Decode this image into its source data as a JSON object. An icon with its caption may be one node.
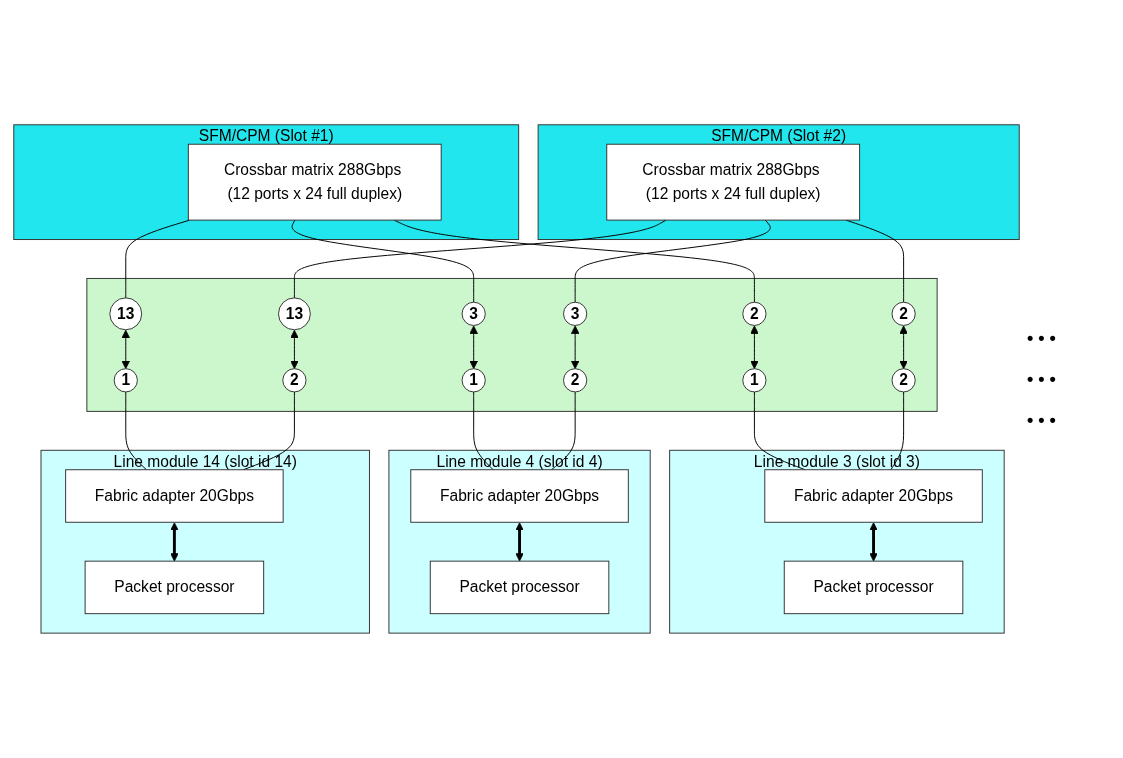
{
  "diagram": {
    "nodes": [
      {
        "text": [
          "SFM/CPM (Slot #1)"
        ]
      },
      {
        "text": [
          "Crossbar matrix 288Gbps (12 ports x 24 full duplex)"
        ],
        "in": 0
      },
      {
        "text": [
          "SFM/CPM (Slot #2)"
        ]
      },
      {
        "text": [
          "Crossbar matrix 288Gbps (12 ports x 24 full duplex)"
        ],
        "in": 2
      },
      {
        "text": [],
        "shape": "bar"
      },
      {
        "text": [
          "2"
        ],
        "in": 4
      },
      {
        "text": [
          "3"
        ],
        "in": 4
      },
      {
        "text": [
          "13"
        ],
        "in": 4
      },
      {
        "text": [
          "2"
        ],
        "in": 4
      },
      {
        "text": [
          "3"
        ],
        "in": 4
      },
      {
        "text": [
          "13"
        ],
        "in": 4
      },
      {
        "text": [
          "1"
        ],
        "in": 4
      },
      {
        "text": [
          "2"
        ],
        "in": 4
      },
      {
        "text": [
          "1"
        ],
        "in": 4
      },
      {
        "text": [
          "2"
        ],
        "in": 4
      },
      {
        "text": [
          "1"
        ],
        "in": 4
      },
      {
        "text": [
          "2"
        ],
        "in": 4
      },
      {
        "text": [
          "Line module 3 (slot id 3)"
        ]
      },
      {
        "text": [
          "Fabric adapter 20Gbps"
        ],
        "in": 17
      },
      {
        "text": [
          "Packet processor"
        ],
        "in": 17
      },
      {
        "text": [
          "Line module 4 (slot id 4)"
        ]
      },
      {
        "text": [
          "Fabric adapter 20Gbps"
        ],
        "in": 20
      },
      {
        "text": [
          "Packet processor"
        ],
        "in": 20
      },
      {
        "text": [
          "Line module 14 (slot id 14)"
        ]
      },
      {
        "text": [
          "Fabric adapter 20Gbps"
        ],
        "in": 23
      },
      {
        "text": [
          "Packet processor"
        ],
        "in": 23
      }
    ],
    "edges": [
      {
        "from": 1,
        "to": 5,
        "arrow": "none"
      },
      {
        "from": 1,
        "to": 6,
        "arrow": "none"
      },
      {
        "from": 1,
        "to": 7,
        "arrow": "none"
      },
      {
        "from": 3,
        "to": 8,
        "arrow": "none"
      },
      {
        "from": 3,
        "to": 9,
        "arrow": "none"
      },
      {
        "from": 3,
        "to": 10,
        "arrow": "none"
      },
      {
        "from": 5,
        "to": 11,
        "arrow": "both"
      },
      {
        "from": 6,
        "to": 13,
        "arrow": "both"
      },
      {
        "from": 7,
        "to": 15,
        "arrow": "both"
      },
      {
        "from": 8,
        "to": 12,
        "arrow": "both"
      },
      {
        "from": 9,
        "to": 14,
        "arrow": "both"
      },
      {
        "from": 10,
        "to": 16,
        "arrow": "both"
      },
      {
        "from": 11,
        "to": 18,
        "arrow": "none"
      },
      {
        "from": 12,
        "to": 18,
        "arrow": "none"
      },
      {
        "from": 13,
        "to": 21,
        "arrow": "none"
      },
      {
        "from": 14,
        "to": 21,
        "arrow": "none"
      },
      {
        "from": 15,
        "to": 24,
        "arrow": "none"
      },
      {
        "from": 16,
        "to": 24,
        "arrow": "none"
      },
      {
        "from": 18,
        "to": 19,
        "arrow": "both",
        "style": "thick"
      },
      {
        "from": 21,
        "to": 22,
        "arrow": "both",
        "style": "thick"
      },
      {
        "from": 24,
        "to": 25,
        "arrow": "both",
        "style": "thick"
      }
    ],
    "labels": [
      "• • •",
      "• • •",
      "• • •"
    ]
  }
}
